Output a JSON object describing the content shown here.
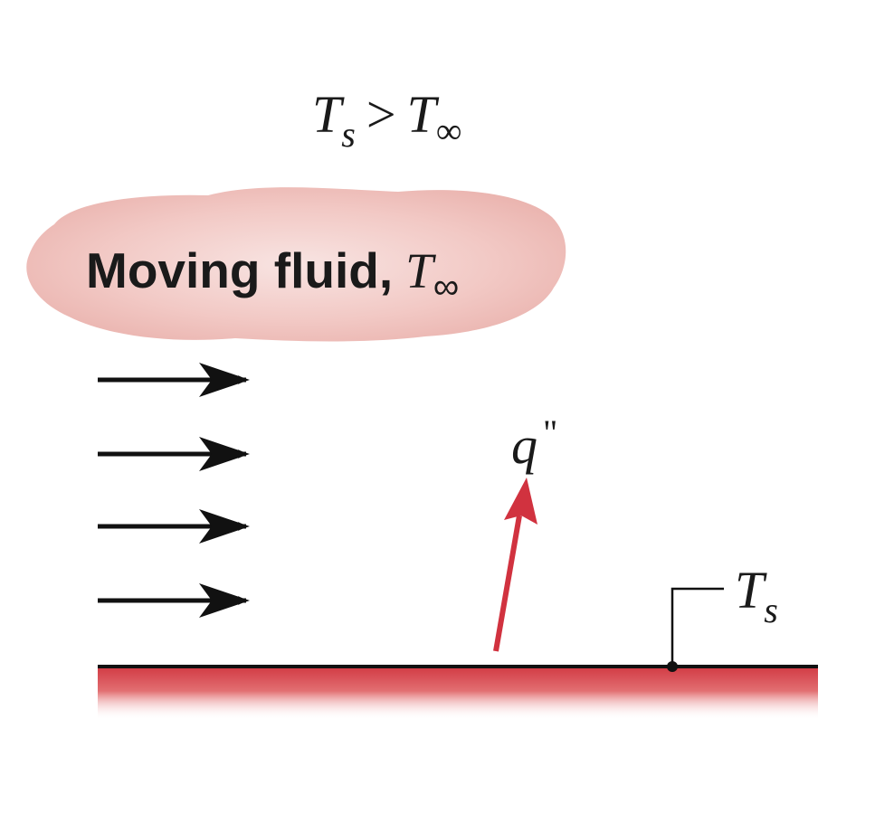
{
  "condition": {
    "lhs_symbol": "T",
    "lhs_subscript": "s",
    "operator": ">",
    "rhs_symbol": "T",
    "rhs_subscript": "∞"
  },
  "fluid": {
    "label": "Moving fluid,",
    "symbol": "T",
    "subscript": "∞",
    "cloud_color": "#f2c4c0"
  },
  "heat_flux": {
    "symbol": "q",
    "prime": "\"",
    "arrow_color": "#d1323f"
  },
  "surface": {
    "symbol": "T",
    "subscript": "s",
    "color": "#d9535a"
  },
  "flow_arrows": {
    "count": 4,
    "color": "#111111"
  }
}
